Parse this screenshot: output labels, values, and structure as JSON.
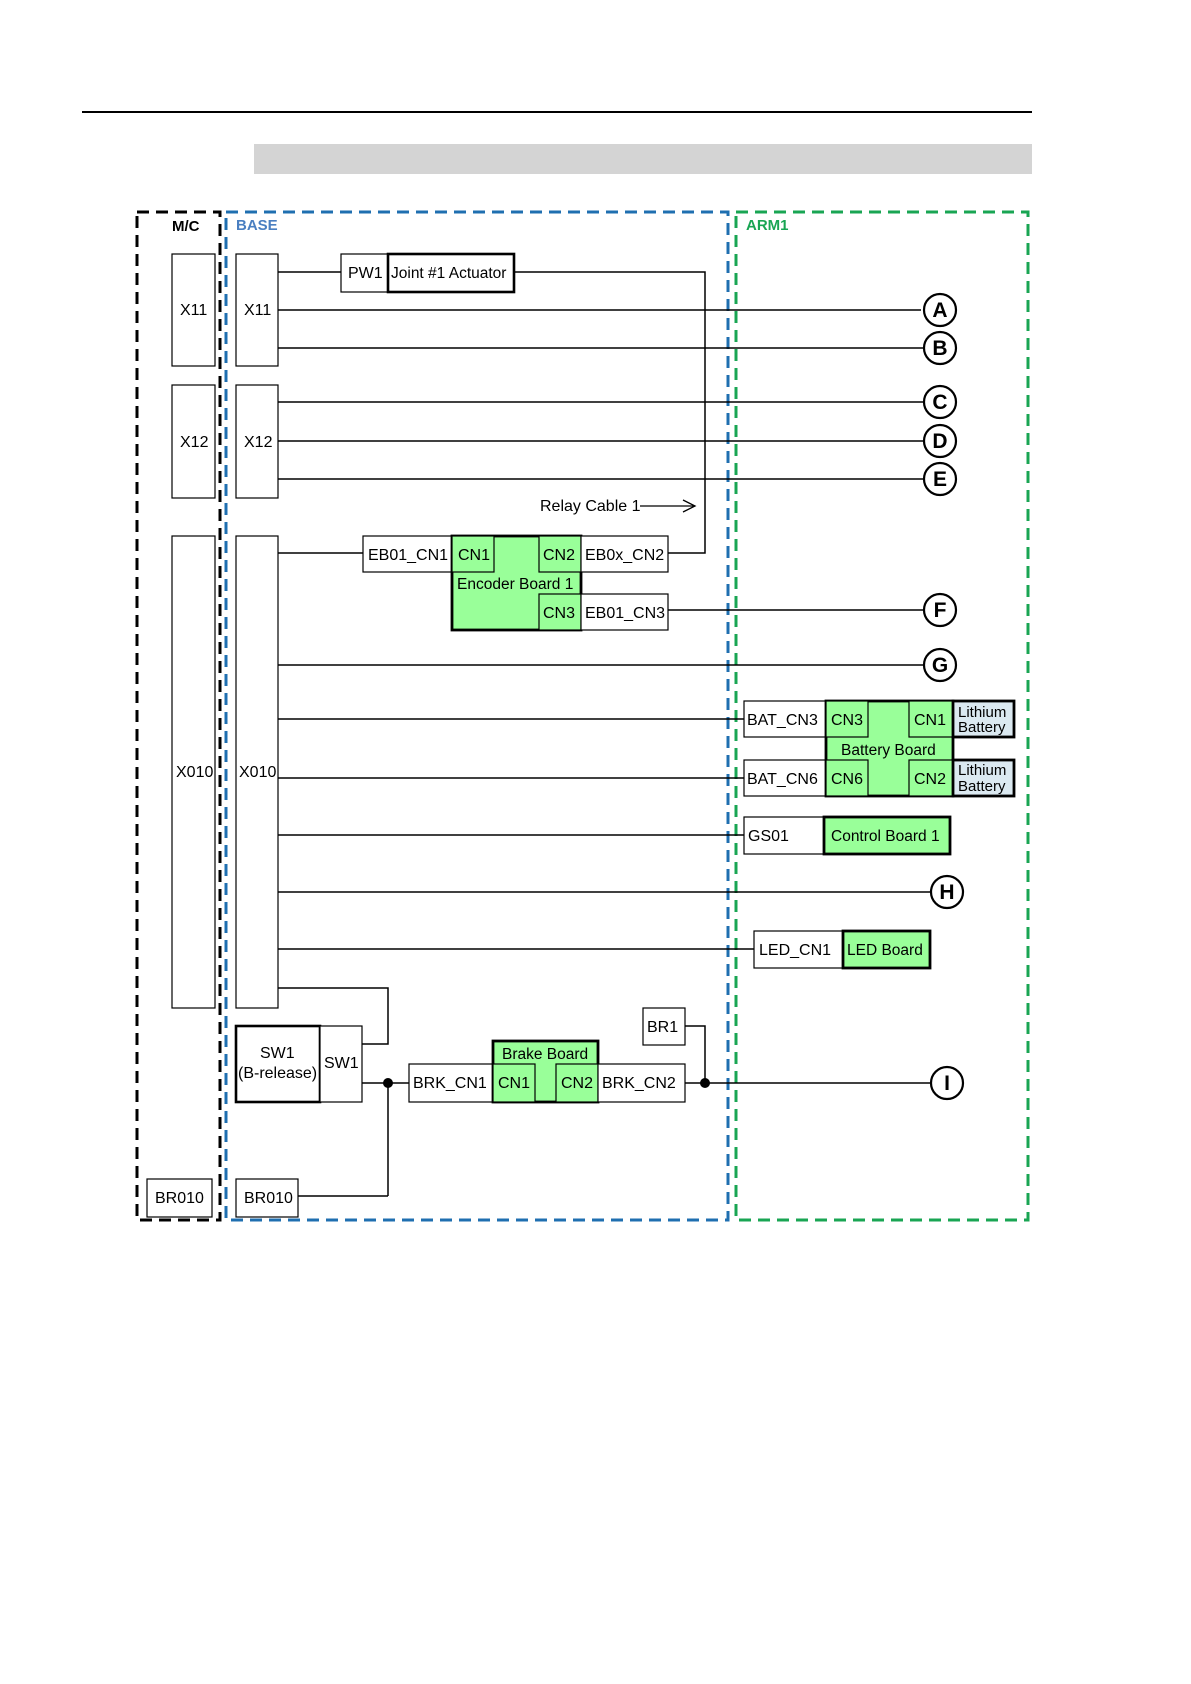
{
  "zones": {
    "mc": "M/C",
    "base": "BASE",
    "arm1": "ARM1",
    "colors": {
      "mc": "#000000",
      "base": "#1f6fb0",
      "arm1": "#19a553",
      "board": "#99ff99",
      "battery": "#dbe9f1"
    }
  },
  "connectors": {
    "x11_mc": "X11",
    "x11_base": "X11",
    "x12_mc": "X12",
    "x12_base": "X12",
    "x010_mc": "X010",
    "x010_base": "X010",
    "pw1": "PW1",
    "eb01_cn1": "EB01_CN1",
    "eb0x_cn2": "EB0x_CN2",
    "eb01_cn3": "EB01_CN3",
    "bat_cn3": "BAT_CN3",
    "bat_cn6": "BAT_CN6",
    "gs01": "GS01",
    "led_cn1": "LED_CN1",
    "sw1_conn": "SW1",
    "brk_cn1": "BRK_CN1",
    "brk_cn2": "BRK_CN2",
    "br1": "BR1",
    "br010_mc": "BR010",
    "br010_base": "BR010"
  },
  "components": {
    "joint1_actuator": "Joint #1 Actuator",
    "encoder_board": {
      "name": "Encoder Board 1",
      "cn1": "CN1",
      "cn2": "CN2",
      "cn3": "CN3"
    },
    "battery_board": {
      "name": "Battery Board",
      "cn3": "CN3",
      "cn1": "CN1",
      "cn6": "CN6",
      "cn2": "CN2"
    },
    "lithium_battery_1": {
      "line1": "Lithium",
      "line2": "Battery"
    },
    "lithium_battery_2": {
      "line1": "Lithium",
      "line2": "Battery"
    },
    "control_board": "Control Board 1",
    "led_board": "LED Board",
    "brake_board": {
      "name": "Brake Board",
      "cn1": "CN1",
      "cn2": "CN2"
    },
    "sw1_switch": {
      "line1": "SW1",
      "line2": "(B-release)"
    }
  },
  "relay_cable_label": "Relay Cable 1",
  "terminals": [
    "A",
    "B",
    "C",
    "D",
    "E",
    "F",
    "G",
    "H",
    "I"
  ]
}
